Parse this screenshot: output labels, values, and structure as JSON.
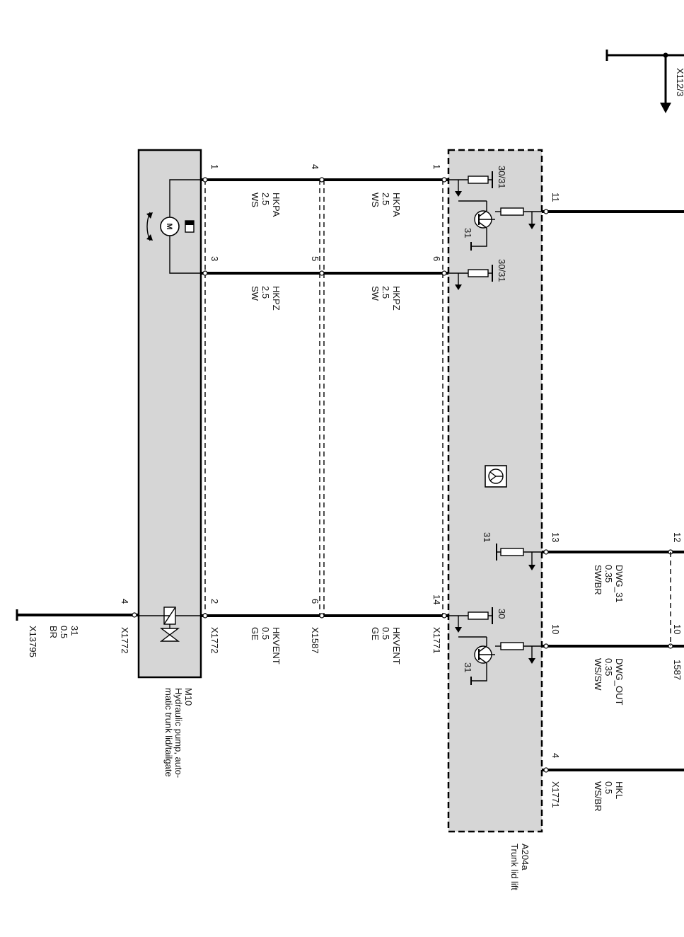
{
  "top_connector": "X112/3",
  "modules": {
    "m10": {
      "id": "M10",
      "desc1": "Hydraulic pump, auto-",
      "desc2": "matic trunk lid/tailgate"
    },
    "a204a": {
      "id": "A204a",
      "desc": "Trunk lid lift"
    }
  },
  "connectors": {
    "x1772": "X1772",
    "x1587": "X1587",
    "x1771": "X1771",
    "x1587r": "1587",
    "x13795": "X13795"
  },
  "wires": {
    "hkpa": {
      "name": "HKPA",
      "size": "2.5",
      "color": "WS"
    },
    "hkpz": {
      "name": "HKPZ",
      "size": "2.5",
      "color": "SW"
    },
    "hkvent": {
      "name": "HKVENT",
      "size": "0.5",
      "color": "GE"
    },
    "dwg31": {
      "name": "DWG_31",
      "size": "0.35",
      "color": "SW/BR"
    },
    "dwgout": {
      "name": "DWG_OUT",
      "size": "0.35",
      "color": "WS/SW"
    },
    "hkl": {
      "name": "HKL",
      "size": "0.5",
      "color": "WS/BR"
    },
    "ground": {
      "name": "31",
      "size": "0.5",
      "color": "BR"
    }
  },
  "pins": {
    "m10_1": "1",
    "m10_3": "3",
    "m10_2": "2",
    "m10_4": "4",
    "x1587_4": "4",
    "x1587_5": "5",
    "x1587_6": "6",
    "a_1": "1",
    "a_6": "6",
    "a_14": "14",
    "a_11": "11",
    "a_13": "13",
    "a_10": "10",
    "a_4": "4",
    "r_12": "12",
    "r_10": "10"
  },
  "terminals": {
    "t3031a": "30/31",
    "t3031b": "30/31",
    "t30": "30",
    "t31": "31"
  }
}
